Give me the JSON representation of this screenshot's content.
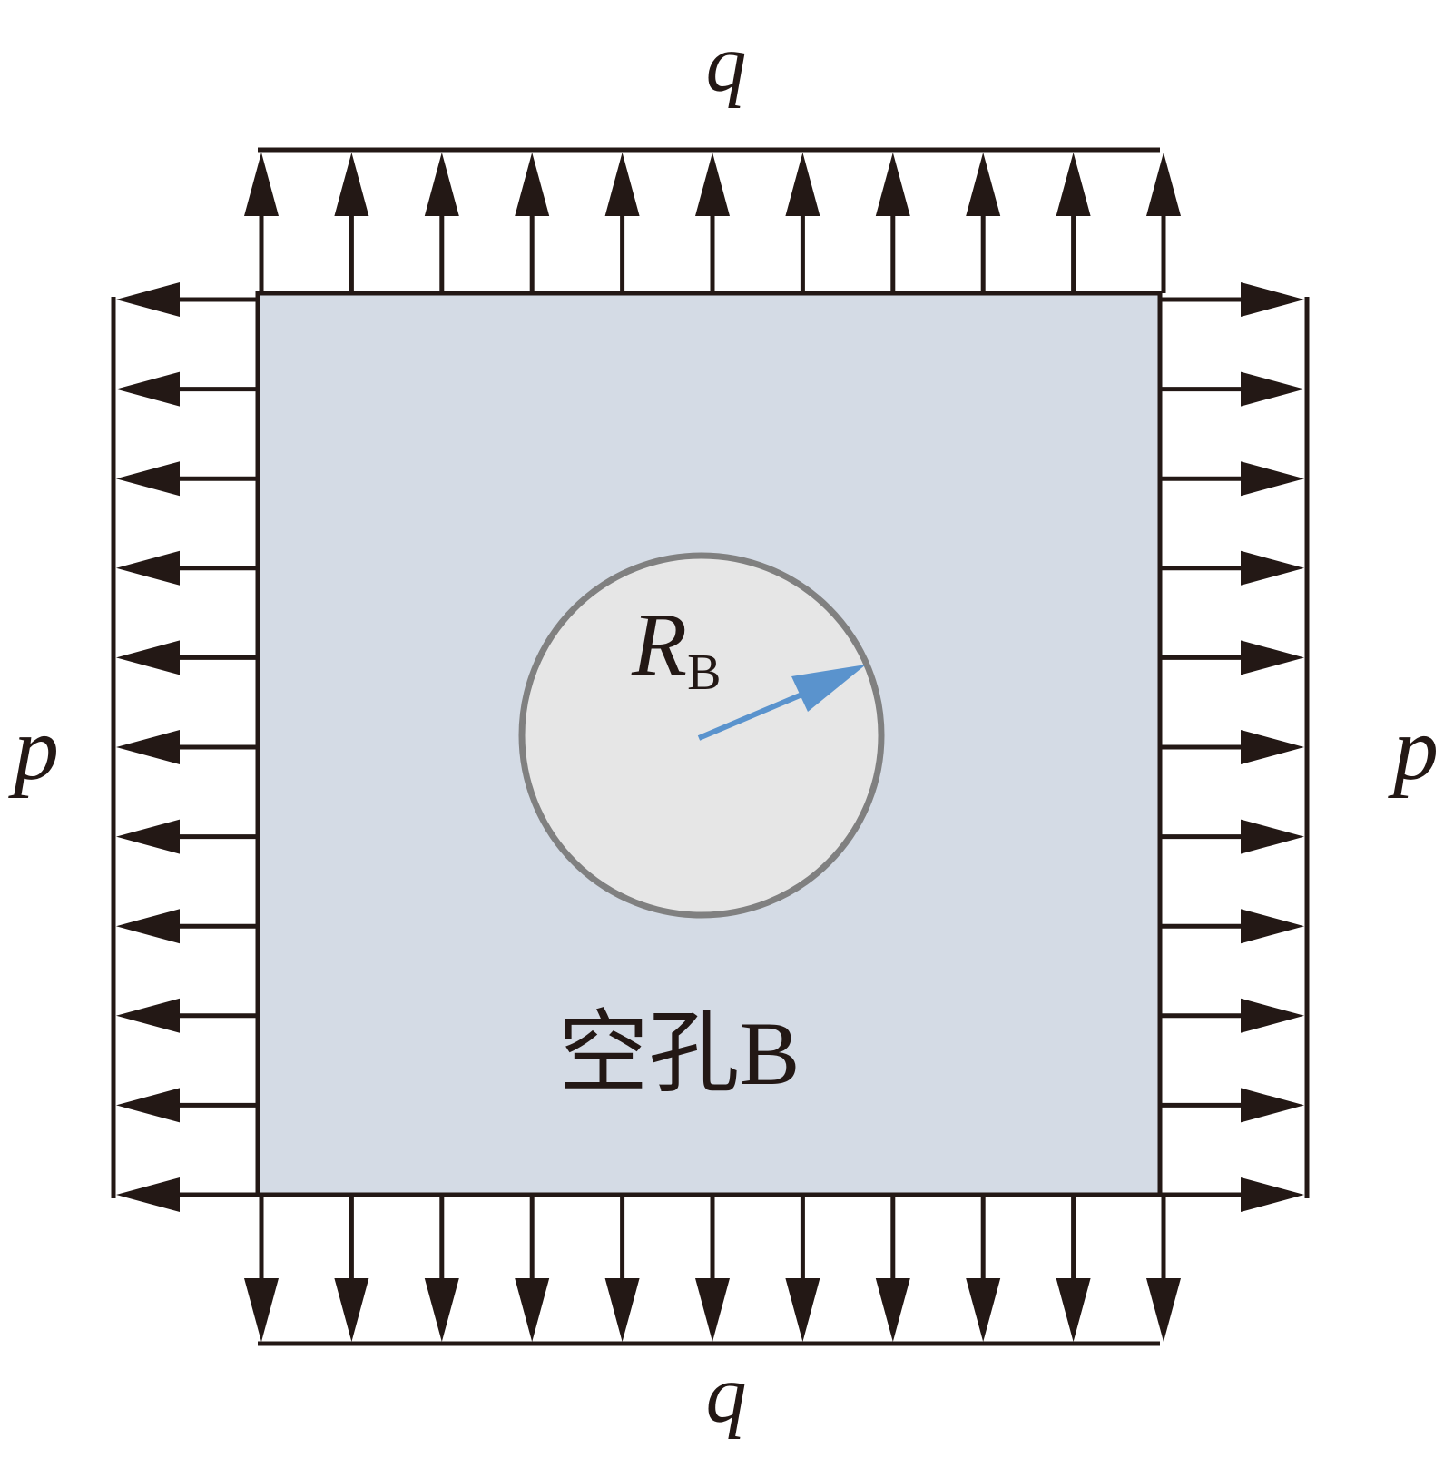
{
  "labels": {
    "q_top": "q",
    "q_bottom": "q",
    "p_left": "p",
    "p_right": "p",
    "radius_symbol": "R",
    "radius_subscript": "B",
    "hole_caption": "空孔B"
  },
  "colors": {
    "plate_fill": "#d4dbe5",
    "hole_fill": "#e6e6e6",
    "hole_stroke": "#808080",
    "radius_arrow": "#5a93cd",
    "load_arrows": "#231815"
  },
  "loads": {
    "vertical_arrow_count": 11,
    "horizontal_arrow_count": 11
  }
}
